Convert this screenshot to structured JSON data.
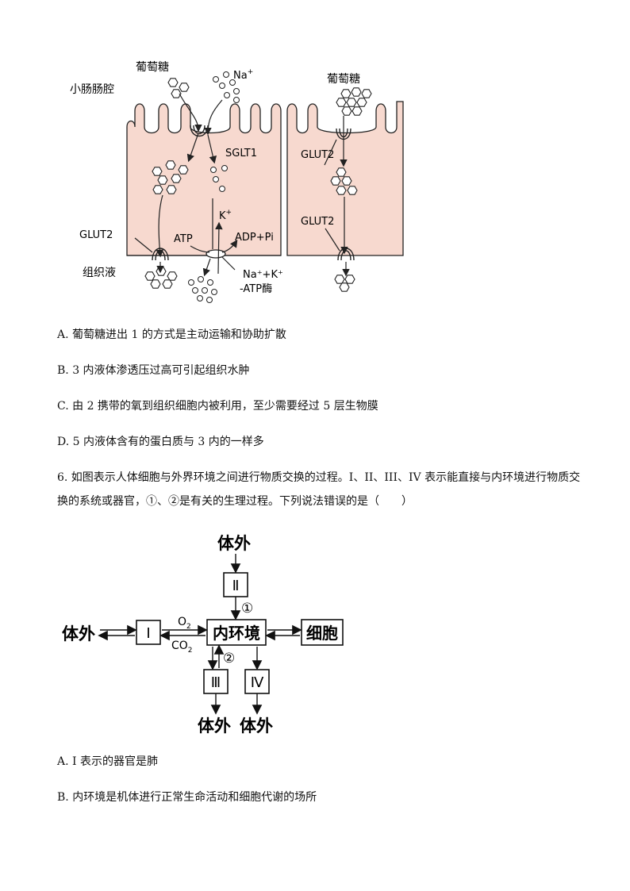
{
  "diagram1": {
    "lumen_label": "小肠肠腔",
    "glucose_label_left": "葡萄糖",
    "glucose_label_right": "葡萄糖",
    "na_label": "Na",
    "na_sup": "+",
    "sglt1_label": "SGLT1",
    "glut2_label_left": "GLUT2",
    "glut2_label_right_top": "GLUT2",
    "glut2_label_right_bottom": "GLUT2",
    "k_label": "K",
    "k_sup": "+",
    "atp_label": "ATP",
    "adp_label": "ADP+Pi",
    "pump_label_line1": "Na⁺+K⁺",
    "pump_label_line2": "-ATP酶",
    "tissue_fluid_label": "组织液",
    "colors": {
      "cell_fill": "#f7d9cf",
      "stroke": "#222222",
      "glucose_fill": "#ffffff"
    }
  },
  "options_q5": [
    {
      "text": "A.  葡萄糖进出 1 的方式是主动运输和协助扩散"
    },
    {
      "text": "B. 3 内液体渗透压过高可引起组织水肿"
    },
    {
      "text": "C.  由 2 携带的氧到组织细胞内被利用，至少需要经过 5 层生物膜"
    },
    {
      "text": "D. 5 内液体含有的蛋白质与 3 内的一样多"
    }
  ],
  "question6": {
    "stem": "6. 如图表示人体细胞与外界环境之间进行物质交换的过程。I、II、III、IV 表示能直接与内环境进行物质交换的系统或器官，①、②是有关的生理过程。下列说法错误的是（　　）"
  },
  "diagram2": {
    "top_outside": "体外",
    "box_II": "Ⅱ",
    "mark_1": "①",
    "left_outside": "体外",
    "box_I": "Ⅰ",
    "o2": "O",
    "o2_sub": "2",
    "co2": "CO",
    "co2_sub": "2",
    "center": "内环境",
    "cell": "细胞",
    "mark_2": "②",
    "box_III": "Ⅲ",
    "box_IV": "Ⅳ",
    "bottom_outside_left": "体外",
    "bottom_outside_right": "体外"
  },
  "options_q6": [
    {
      "text": "A. I 表示的器官是肺"
    },
    {
      "text": "B.  内环境是机体进行正常生命活动和细胞代谢的场所"
    }
  ]
}
